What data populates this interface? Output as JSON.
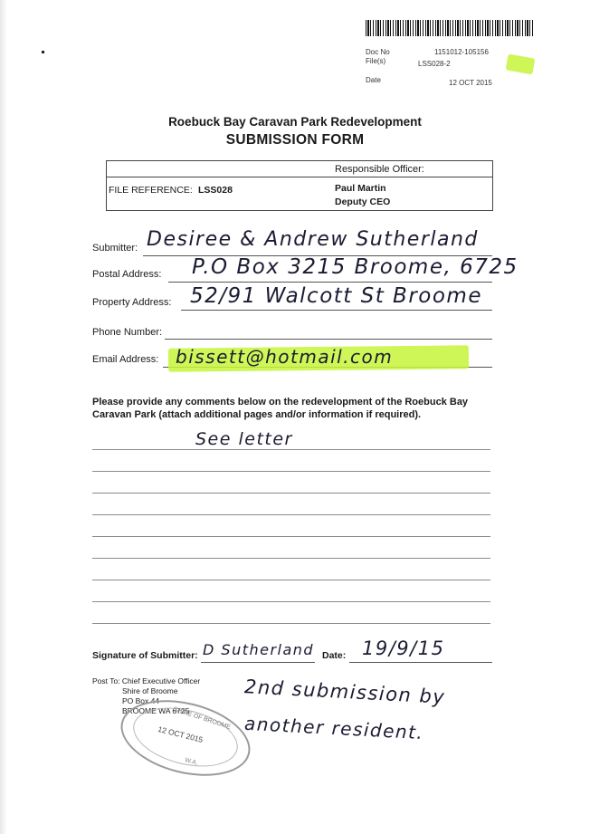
{
  "doc_stamp": {
    "doc_no_label": "Doc No",
    "doc_no": "1151012-105156",
    "files_label": "File(s)",
    "files": "LSS028-2",
    "date_label": "Date",
    "date": "12 OCT 2015"
  },
  "header": {
    "title": "Roebuck Bay Caravan Park Redevelopment",
    "subtitle": "SUBMISSION FORM"
  },
  "reference_box": {
    "file_reference_label": "FILE REFERENCE:",
    "file_reference": "LSS028",
    "responsible_officer_label": "Responsible Officer:",
    "officer_name": "Paul Martin",
    "officer_title": "Deputy CEO"
  },
  "fields": {
    "submitter_label": "Submitter:",
    "submitter_value": "Desiree & Andrew Sutherland",
    "postal_label": "Postal Address:",
    "postal_value": "P.O Box 3215 Broome, 6725",
    "property_label": "Property Address:",
    "property_value": "52/91 Walcott St Broome",
    "phone_label": "Phone Number:",
    "phone_value": "",
    "email_label": "Email Address:",
    "email_value": "bissett@hotmail.com"
  },
  "comments": {
    "instruction": "Please provide any comments below on the redevelopment of the Roebuck Bay Caravan Park (attach additional pages and/or information if required).",
    "handwritten": "See letter"
  },
  "signature": {
    "signature_label": "Signature of Submitter:",
    "signature_value": "D Sutherland",
    "date_label": "Date:",
    "date_value": "19/9/15"
  },
  "post_to": {
    "line1": "Post To: Chief Executive Officer",
    "line2": "Shire of Broome",
    "line3": "PO Box 44",
    "line4": "BROOME WA 6725"
  },
  "received_stamp": {
    "top_text": "SHIRE OF BROOME",
    "date": "12 OCT 2015",
    "bottom_text": "W.A."
  },
  "note": {
    "line1": "2nd submission by",
    "line2": "another resident."
  },
  "colors": {
    "highlighter": "#c6f53a",
    "ink": "#1b1b33"
  }
}
